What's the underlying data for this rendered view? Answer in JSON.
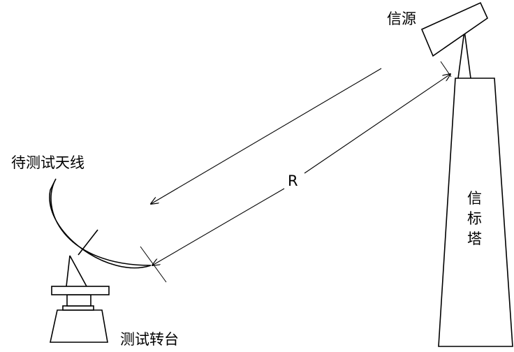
{
  "diagram": {
    "labels": {
      "source": "信源",
      "antenna_under_test": "待测试天线",
      "distance": "R",
      "tower_line1": "信",
      "tower_line2": "标",
      "tower_line3": "塔",
      "turntable": "测试转台"
    },
    "colors": {
      "stroke": "#000000",
      "background": "#ffffff"
    }
  }
}
